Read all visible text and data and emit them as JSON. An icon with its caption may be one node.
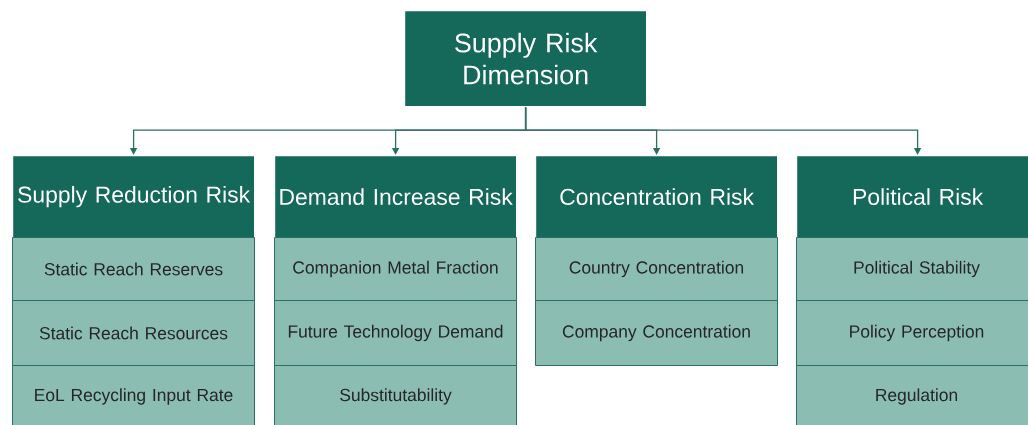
{
  "diagram": {
    "nodes": [
      {
        "text": [
          "Supply Risk Dimension"
        ]
      },
      {
        "text": [
          "Supply Reduction Risk"
        ]
      },
      {
        "text": [
          "Demand Increase Risk"
        ]
      },
      {
        "text": [
          "Concentration Risk"
        ]
      },
      {
        "text": [
          "Political Risk"
        ]
      },
      {
        "text": [
          "Static Reach Reserves"
        ]
      },
      {
        "text": [
          "Static Reach Resources"
        ]
      },
      {
        "text": [
          "EoL Recycling Input Rate"
        ]
      },
      {
        "text": [
          "Companion Metal Fraction"
        ]
      },
      {
        "text": [
          "Future Technology Demand"
        ]
      },
      {
        "text": [
          "Substitutability"
        ]
      },
      {
        "text": [
          "Country Concentration"
        ]
      },
      {
        "text": [
          "Company Concentration"
        ]
      },
      {
        "text": [
          "Political Stability"
        ]
      },
      {
        "text": [
          "Policy Perception"
        ]
      },
      {
        "text": [
          "Regulation"
        ]
      }
    ],
    "edges": [
      {
        "from": 0,
        "to": 1,
        "arrow": "to"
      },
      {
        "from": 0,
        "to": 2,
        "arrow": "to"
      },
      {
        "from": 0,
        "to": 3,
        "arrow": "to"
      },
      {
        "from": 0,
        "to": 4,
        "arrow": "to"
      }
    ]
  }
}
